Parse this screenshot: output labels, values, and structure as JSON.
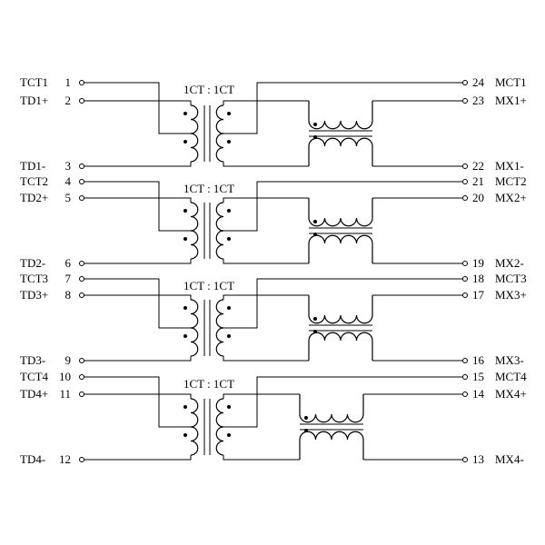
{
  "channels": [
    {
      "ratio": "1CT : 1CT",
      "left": {
        "ct": {
          "name": "TCT1",
          "num": "1"
        },
        "plus": {
          "name": "TD1+",
          "num": "2"
        },
        "minus": {
          "name": "TD1-",
          "num": "3"
        }
      },
      "right": {
        "ct": {
          "name": "MCT1",
          "num": "24"
        },
        "plus": {
          "name": "MX1+",
          "num": "23"
        },
        "minus": {
          "name": "MX1-",
          "num": "22"
        }
      }
    },
    {
      "ratio": "1CT : 1CT",
      "left": {
        "ct": {
          "name": "TCT2",
          "num": "4"
        },
        "plus": {
          "name": "TD2+",
          "num": "5"
        },
        "minus": {
          "name": "TD2-",
          "num": "6"
        }
      },
      "right": {
        "ct": {
          "name": "MCT2",
          "num": "21"
        },
        "plus": {
          "name": "MX2+",
          "num": "20"
        },
        "minus": {
          "name": "MX2-",
          "num": "19"
        }
      }
    },
    {
      "ratio": "1CT : 1CT",
      "left": {
        "ct": {
          "name": "TCT3",
          "num": "7"
        },
        "plus": {
          "name": "TD3+",
          "num": "8"
        },
        "minus": {
          "name": "TD3-",
          "num": "9"
        }
      },
      "right": {
        "ct": {
          "name": "MCT3",
          "num": "18"
        },
        "plus": {
          "name": "MX3+",
          "num": "17"
        },
        "minus": {
          "name": "MX3-",
          "num": "16"
        }
      }
    },
    {
      "ratio": "1CT : 1CT",
      "left": {
        "ct": {
          "name": "TCT4",
          "num": "10"
        },
        "plus": {
          "name": "TD4+",
          "num": "11"
        },
        "minus": {
          "name": "TD4-",
          "num": "12"
        }
      },
      "right": {
        "ct": {
          "name": "MCT4",
          "num": "15"
        },
        "plus": {
          "name": "MX4+",
          "num": "14"
        },
        "minus": {
          "name": "MX4-",
          "num": "13"
        }
      }
    }
  ]
}
